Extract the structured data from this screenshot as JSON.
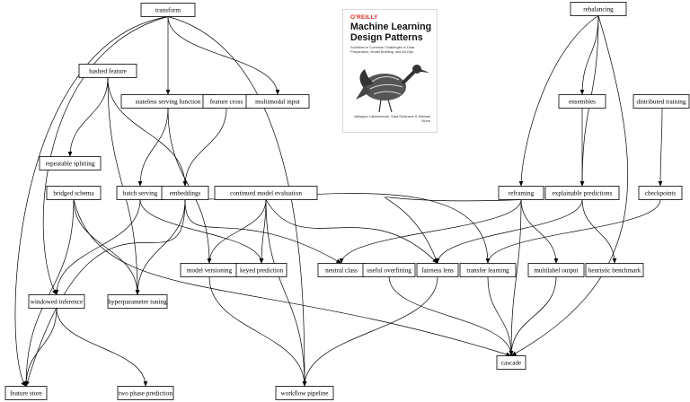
{
  "diagram": {
    "nodes": [
      {
        "id": "transform",
        "label": "transform"
      },
      {
        "id": "rebalancing",
        "label": "rebalancing"
      },
      {
        "id": "hashed_feature",
        "label": "hashed feature"
      },
      {
        "id": "stateless_serving_function",
        "label": "stateless serving function"
      },
      {
        "id": "feature_cross",
        "label": "feature cross"
      },
      {
        "id": "multimodal_input",
        "label": "multimodal input"
      },
      {
        "id": "ensembles",
        "label": "ensembles"
      },
      {
        "id": "distributed_training",
        "label": "distributed training"
      },
      {
        "id": "repeatable_splitting",
        "label": "repeatable splitting"
      },
      {
        "id": "bridged_schema",
        "label": "bridged schema"
      },
      {
        "id": "batch_serving",
        "label": "batch serving"
      },
      {
        "id": "embeddings",
        "label": "embeddings"
      },
      {
        "id": "continued_model_evaluation",
        "label": "continued model evaluation"
      },
      {
        "id": "reframing",
        "label": "reframing"
      },
      {
        "id": "explainable_predictions",
        "label": "explainable predictions"
      },
      {
        "id": "checkpoints",
        "label": "checkpoints"
      },
      {
        "id": "model_versioning",
        "label": "model versioning"
      },
      {
        "id": "keyed_prediction",
        "label": "keyed prediction"
      },
      {
        "id": "neutral_class",
        "label": "neutral class"
      },
      {
        "id": "useful_overfitting",
        "label": "useful overfitting"
      },
      {
        "id": "fairness_lens",
        "label": "fairness lens"
      },
      {
        "id": "transfer_learning",
        "label": "transfer learning"
      },
      {
        "id": "multilabel_output",
        "label": "multilabel output"
      },
      {
        "id": "heuristic_benchmark",
        "label": "heuristic benchmark"
      },
      {
        "id": "windowed_inference",
        "label": "windowed inference"
      },
      {
        "id": "hyperparameter_tuning",
        "label": "hyperparameter tuning"
      },
      {
        "id": "cascade",
        "label": "cascade"
      },
      {
        "id": "feature_store",
        "label": "feature store"
      },
      {
        "id": "two_phase_prediction",
        "label": "two phase prediction"
      },
      {
        "id": "workflow_pipeline",
        "label": "workflow pipeline"
      }
    ],
    "edges": [
      [
        "transform",
        "stateless_serving_function"
      ],
      [
        "transform",
        "multimodal_input"
      ],
      [
        "transform",
        "windowed_inference"
      ],
      [
        "transform",
        "feature_store"
      ],
      [
        "transform",
        "workflow_pipeline"
      ],
      [
        "rebalancing",
        "ensembles"
      ],
      [
        "rebalancing",
        "reframing"
      ],
      [
        "rebalancing",
        "explainable_predictions"
      ],
      [
        "rebalancing",
        "cascade"
      ],
      [
        "hashed_feature",
        "repeatable_splitting"
      ],
      [
        "hashed_feature",
        "embeddings"
      ],
      [
        "hashed_feature",
        "hyperparameter_tuning"
      ],
      [
        "stateless_serving_function",
        "batch_serving"
      ],
      [
        "stateless_serving_function",
        "model_versioning"
      ],
      [
        "feature_cross",
        "embeddings"
      ],
      [
        "ensembles",
        "explainable_predictions"
      ],
      [
        "distributed_training",
        "checkpoints"
      ],
      [
        "bridged_schema",
        "hyperparameter_tuning"
      ],
      [
        "bridged_schema",
        "feature_store"
      ],
      [
        "bridged_schema",
        "cascade"
      ],
      [
        "batch_serving",
        "windowed_inference"
      ],
      [
        "batch_serving",
        "keyed_prediction"
      ],
      [
        "embeddings",
        "hyperparameter_tuning"
      ],
      [
        "embeddings",
        "neutral_class"
      ],
      [
        "embeddings",
        "transfer_learning"
      ],
      [
        "embeddings",
        "feature_store"
      ],
      [
        "continued_model_evaluation",
        "model_versioning"
      ],
      [
        "continued_model_evaluation",
        "keyed_prediction"
      ],
      [
        "continued_model_evaluation",
        "fairness_lens"
      ],
      [
        "continued_model_evaluation",
        "workflow_pipeline"
      ],
      [
        "reframing",
        "neutral_class"
      ],
      [
        "reframing",
        "multilabel_output"
      ],
      [
        "reframing",
        "fairness_lens"
      ],
      [
        "reframing",
        "cascade"
      ],
      [
        "explainable_predictions",
        "fairness_lens"
      ],
      [
        "explainable_predictions",
        "heuristic_benchmark"
      ],
      [
        "checkpoints",
        "transfer_learning"
      ],
      [
        "model_versioning",
        "workflow_pipeline"
      ],
      [
        "useful_overfitting",
        "cascade"
      ],
      [
        "fairness_lens",
        "workflow_pipeline"
      ],
      [
        "transfer_learning",
        "cascade"
      ],
      [
        "multilabel_output",
        "cascade"
      ],
      [
        "windowed_inference",
        "feature_store"
      ],
      [
        "windowed_inference",
        "two_phase_prediction"
      ]
    ]
  },
  "book": {
    "publisher": "O'REILLY",
    "title": "Machine Learning Design Patterns",
    "subtitle": "Solutions to Common Challenges in Data Preparation, Model Building, and MLOps",
    "authors": "Valliappa Lakshmanan, Sara Robinson & Michael Munn"
  }
}
